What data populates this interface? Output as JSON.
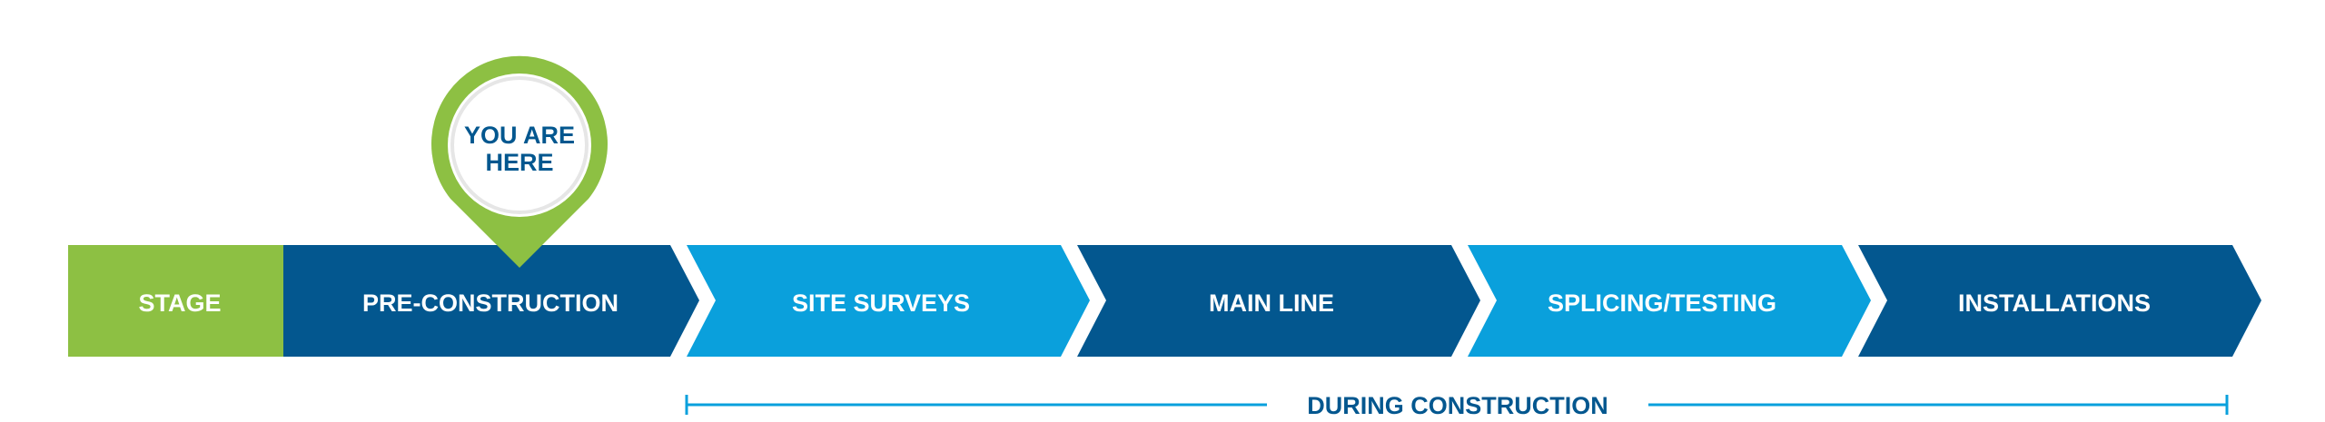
{
  "colors": {
    "green": "#8dc043",
    "dark_blue": "#03578f",
    "light_blue": "#0aa0dc",
    "white": "#ffffff",
    "text_blue": "#03578f"
  },
  "stage_label": "STAGE",
  "marker": {
    "line1": "YOU ARE",
    "line2": "HERE"
  },
  "steps": [
    {
      "label": "PRE-CONSTRUCTION",
      "tone": "dark"
    },
    {
      "label": "SITE SURVEYS",
      "tone": "light"
    },
    {
      "label": "MAIN LINE",
      "tone": "dark"
    },
    {
      "label": "SPLICING/TESTING",
      "tone": "light"
    },
    {
      "label": "INSTALLATIONS",
      "tone": "dark"
    }
  ],
  "bracket_label": "DURING CONSTRUCTION"
}
